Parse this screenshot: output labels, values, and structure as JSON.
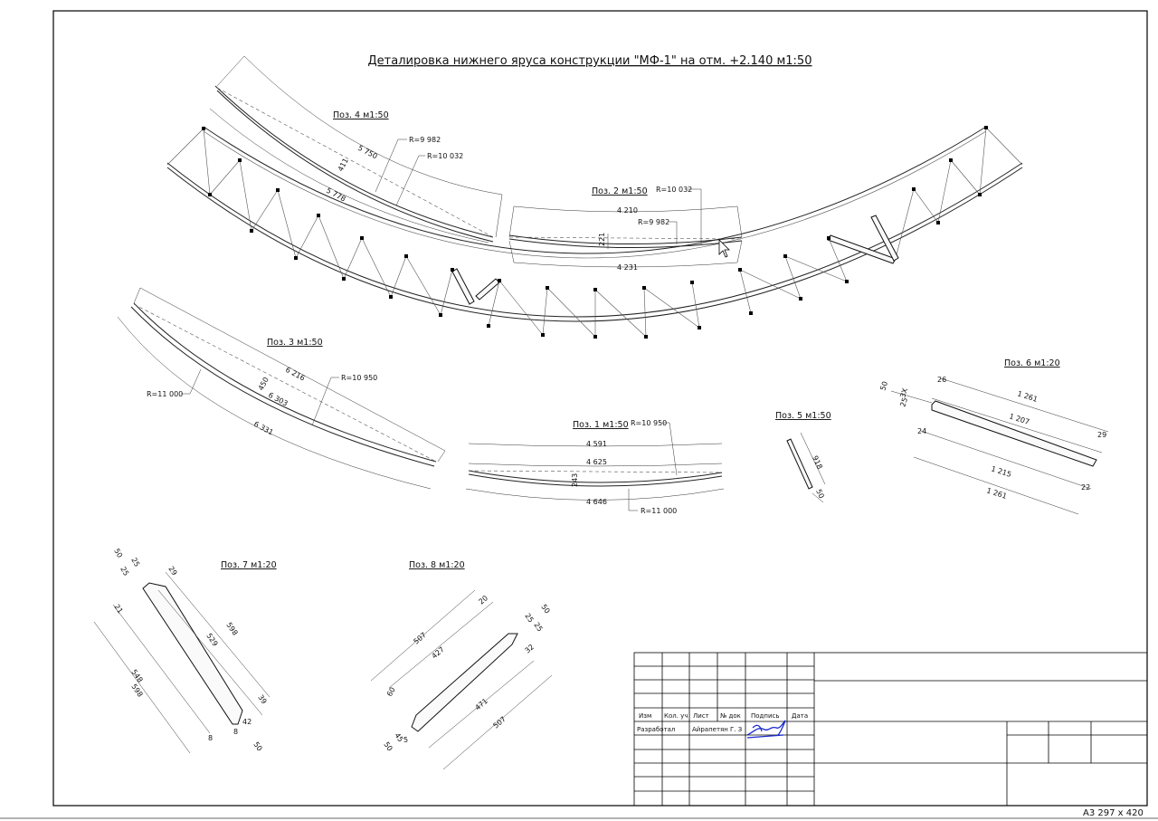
{
  "drawing": {
    "title": "Деталировка нижнего яруса конструкции \"МФ-1\" на отм. +2.140 м1:50",
    "sheet_format": "А3 297 х 420"
  },
  "positions": {
    "pos1": "Поз. 1 м1:50",
    "pos2": "Поз. 2 м1:50",
    "pos3": "Поз. 3 м1:50",
    "pos4": "Поз. 4 м1:50",
    "pos5": "Поз. 5 м1:50",
    "pos6": "Поз. 6 м1:20",
    "pos7": "Поз. 7 м1:20",
    "pos8": "Поз. 8 м1:20"
  },
  "dims": {
    "p4_r1": "R=9 982",
    "p4_r2": "R=10 032",
    "p4_l1": "5 750",
    "p4_l2": "5 778",
    "p4_h": "411",
    "p2_r1": "R=10 032",
    "p2_r2": "R=9 982",
    "p2_l1": "4 210",
    "p2_l2": "4 231",
    "p2_h": "221",
    "p3_r1": "R=11 000",
    "p3_r2": "R=10 950",
    "p3_l1": "6 216",
    "p3_l2": "6 303",
    "p3_l3": "6 331",
    "p3_h": "450",
    "p1_r1": "R=10 950",
    "p1_r2": "R=11 000",
    "p1_l1": "4 591",
    "p1_l2": "4 625",
    "p1_l3": "4 646",
    "p1_h": "243",
    "p5_l": "918",
    "p5_w": "50",
    "p6_l1": "1 261",
    "p6_l2": "1 207",
    "p6_l3": "1 215",
    "p6_l4": "1 261",
    "p6_a": "50",
    "p6_b": "26",
    "p6_c": "25",
    "p6_d": "24",
    "p6_e": "29",
    "p6_f": "22",
    "p6_g": "ЗХ",
    "p7_a": "50",
    "p7_b": "25",
    "p7_c": "25",
    "p7_d": "29",
    "p7_e": "21",
    "p7_l1": "598",
    "p7_l2": "529",
    "p7_l3": "548",
    "p7_l4": "598",
    "p7_f": "39",
    "p7_g": "42",
    "p7_h": "50",
    "p7_i": "8",
    "p7_j": "8",
    "p8_a": "20",
    "p8_b": "50",
    "p8_c": "25",
    "p8_d": "25",
    "p8_e": "32",
    "p8_l1": "507",
    "p8_l2": "427",
    "p8_l3": "471",
    "p8_l4": "507",
    "p8_f": "60",
    "p8_g": "45",
    "p8_h": "50",
    "p8_i": "5"
  },
  "title_block": {
    "col_izm": "Изм",
    "col_kol": "Кол. уч",
    "col_list": "Лист",
    "col_doc": "№ док",
    "col_sign": "Подпись",
    "col_date": "Дата",
    "role_dev": "Разработал",
    "dev_name": "Айрапетян Г. З"
  }
}
